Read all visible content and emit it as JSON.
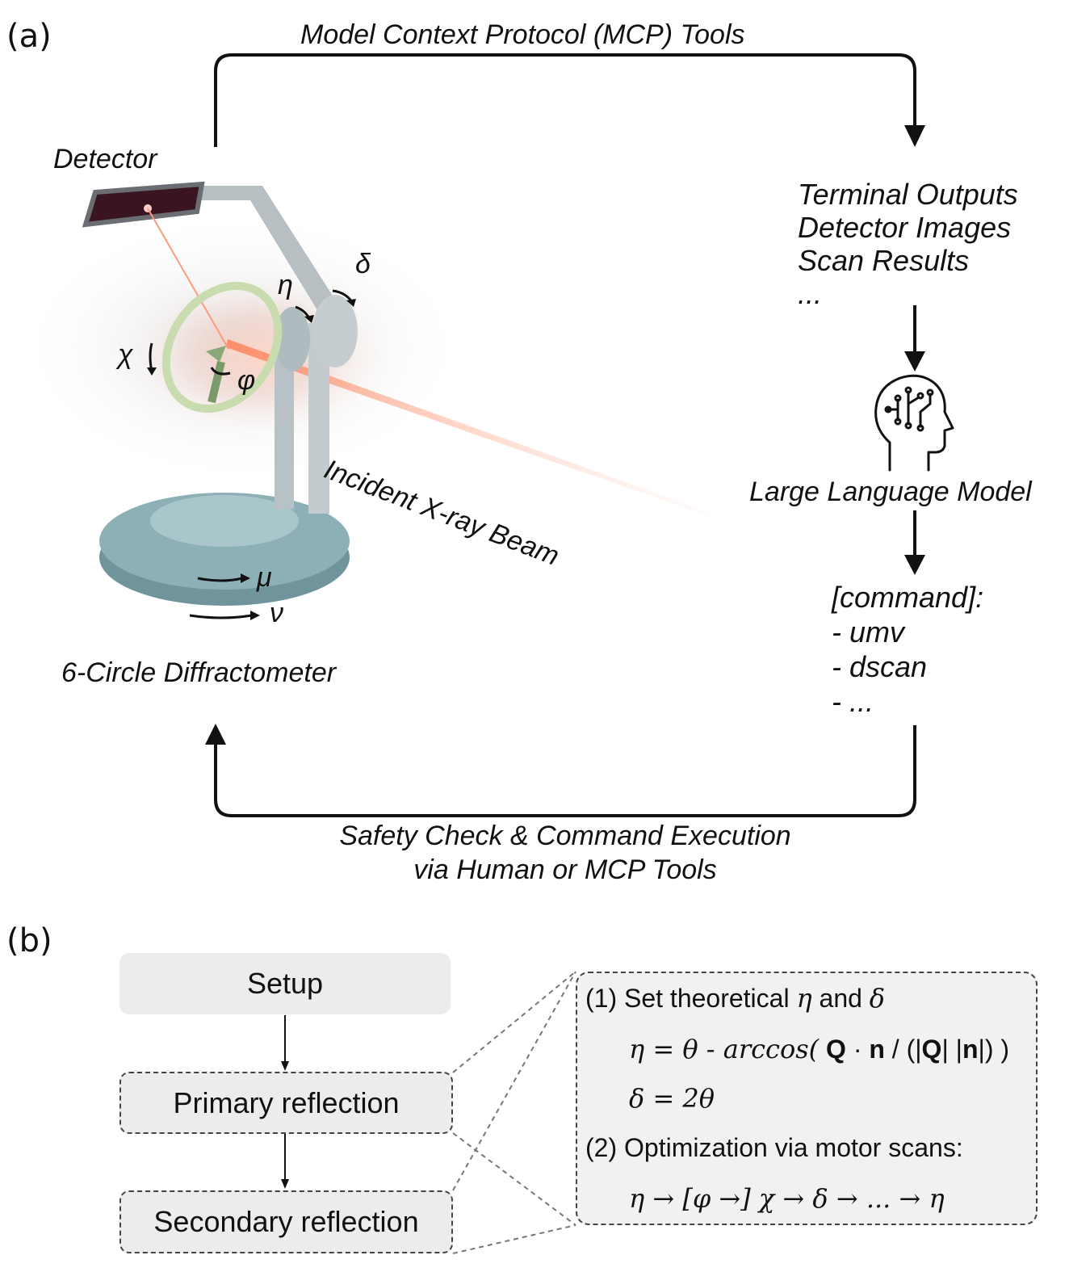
{
  "panel_a": {
    "label": "(a)",
    "top_arrow_label": "Model Context Protocol (MCP) Tools",
    "detector_label": "Detector",
    "outputs": [
      "Terminal Outputs",
      "Detector Images",
      "Scan Results",
      "..."
    ],
    "llm_label": "Large Language Model",
    "commands": [
      "[command]:",
      "- umv",
      "- dscan",
      "- ..."
    ],
    "beam_label": "Incident X-ray Beam",
    "diffractometer_label": "6-Circle Diffractometer",
    "bottom_arrow_label": [
      "Safety Check & Command Execution",
      "via Human or MCP Tools"
    ],
    "angles": {
      "delta": "δ",
      "eta": "η",
      "chi": "χ",
      "phi": "φ",
      "mu": "μ",
      "nu": "ν"
    },
    "icons": [
      "brain-head-icon",
      "diffractometer-illustration"
    ]
  },
  "panel_b": {
    "label": "(b)",
    "steps": [
      "Setup",
      "Primary reflection",
      "Secondary reflection"
    ],
    "detail": {
      "line1_prefix": "(1) Set theoretical",
      "line1_eta": "η",
      "line1_and": "and",
      "line1_delta": "δ",
      "eq1_lhs": "η = θ - arccos(",
      "eq1_Q": "Q",
      "eq1_dot": "·",
      "eq1_n": "n",
      "eq1_mid": "/ (|",
      "eq1_Q2": "Q",
      "eq1_mid2": "| |",
      "eq1_n2": "n",
      "eq1_end": "|) )",
      "eq2": "δ = 2θ",
      "line2": "(2) Optimization via motor scans:",
      "sequence": "η → [φ →] χ → δ → ... → η"
    }
  }
}
